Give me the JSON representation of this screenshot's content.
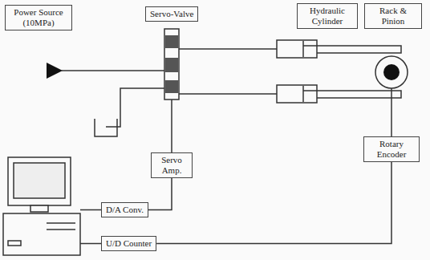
{
  "diagram": {
    "nodes": [
      {
        "text": [
          "Power Source (10MPa)"
        ]
      },
      {
        "text": [
          "Servo-Valve"
        ]
      },
      {
        "text": [
          "Hydraulic Cylinder"
        ]
      },
      {
        "text": [
          "Rack & Pinion"
        ]
      },
      {
        "text": [
          "Servo Amp."
        ]
      },
      {
        "text": [
          "Rotary Encoder"
        ]
      },
      {
        "text": [
          "D/A Conv."
        ]
      },
      {
        "text": [
          "U/D Counter"
        ]
      }
    ],
    "edges": [
      {
        "from": 6,
        "to": 4,
        "arrow": "none"
      },
      {
        "from": 7,
        "to": 5,
        "arrow": "none"
      }
    ]
  }
}
